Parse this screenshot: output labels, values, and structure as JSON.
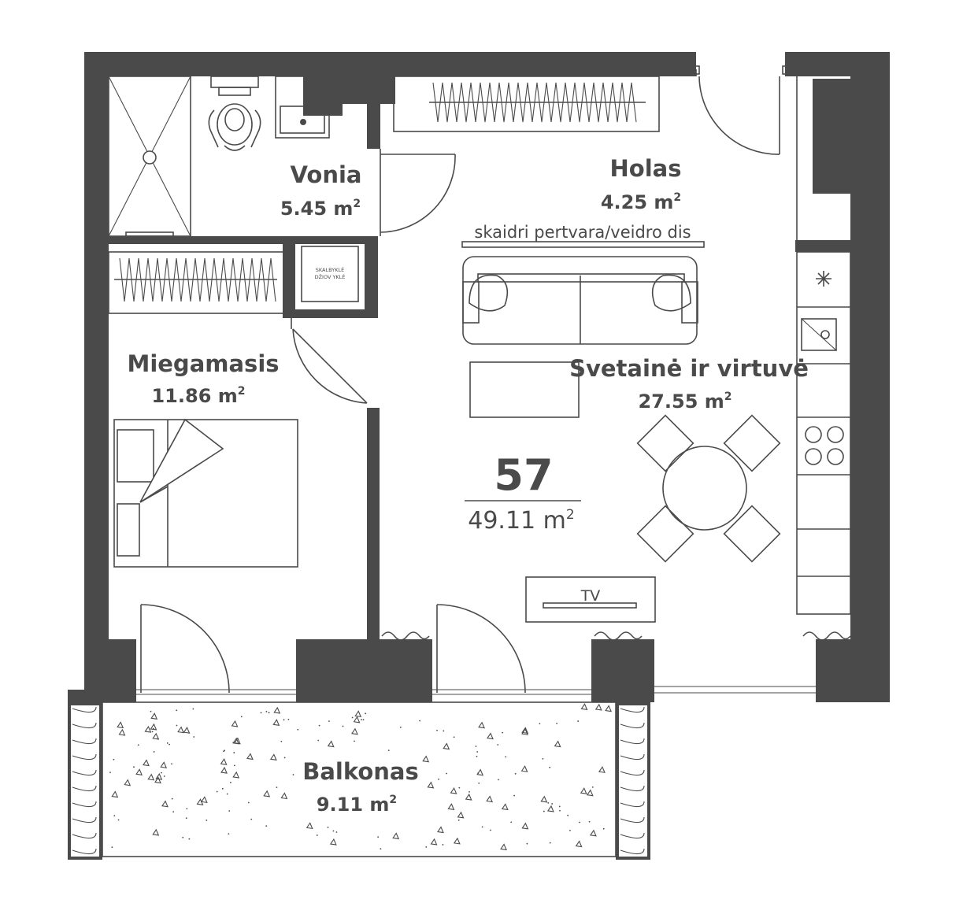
{
  "apartment": {
    "number": "57",
    "total_area": "49.11 m",
    "area_unit_sup": "2"
  },
  "rooms": {
    "bathroom": {
      "name": "Vonia",
      "area": "5.45 m",
      "sup": "2"
    },
    "hall": {
      "name": "Holas",
      "area": "4.25 m",
      "sup": "2"
    },
    "bedroom": {
      "name": "Miegamasis",
      "area": "11.86 m",
      "sup": "2"
    },
    "living": {
      "name": "Svetainė ir virtuvė",
      "area": "27.55 m",
      "sup": "2"
    },
    "balcony": {
      "name": "Balkonas",
      "area": "9.11 m",
      "sup": "2"
    }
  },
  "labels": {
    "partition": "skaidri pertvara/veidro dis",
    "washer_line1": "SKALBYKLĖ",
    "washer_line2": "DŽIOV YKLĖ",
    "tv": "TV"
  },
  "colors": {
    "wall": "#4a4a4a",
    "background": "#ffffff"
  }
}
